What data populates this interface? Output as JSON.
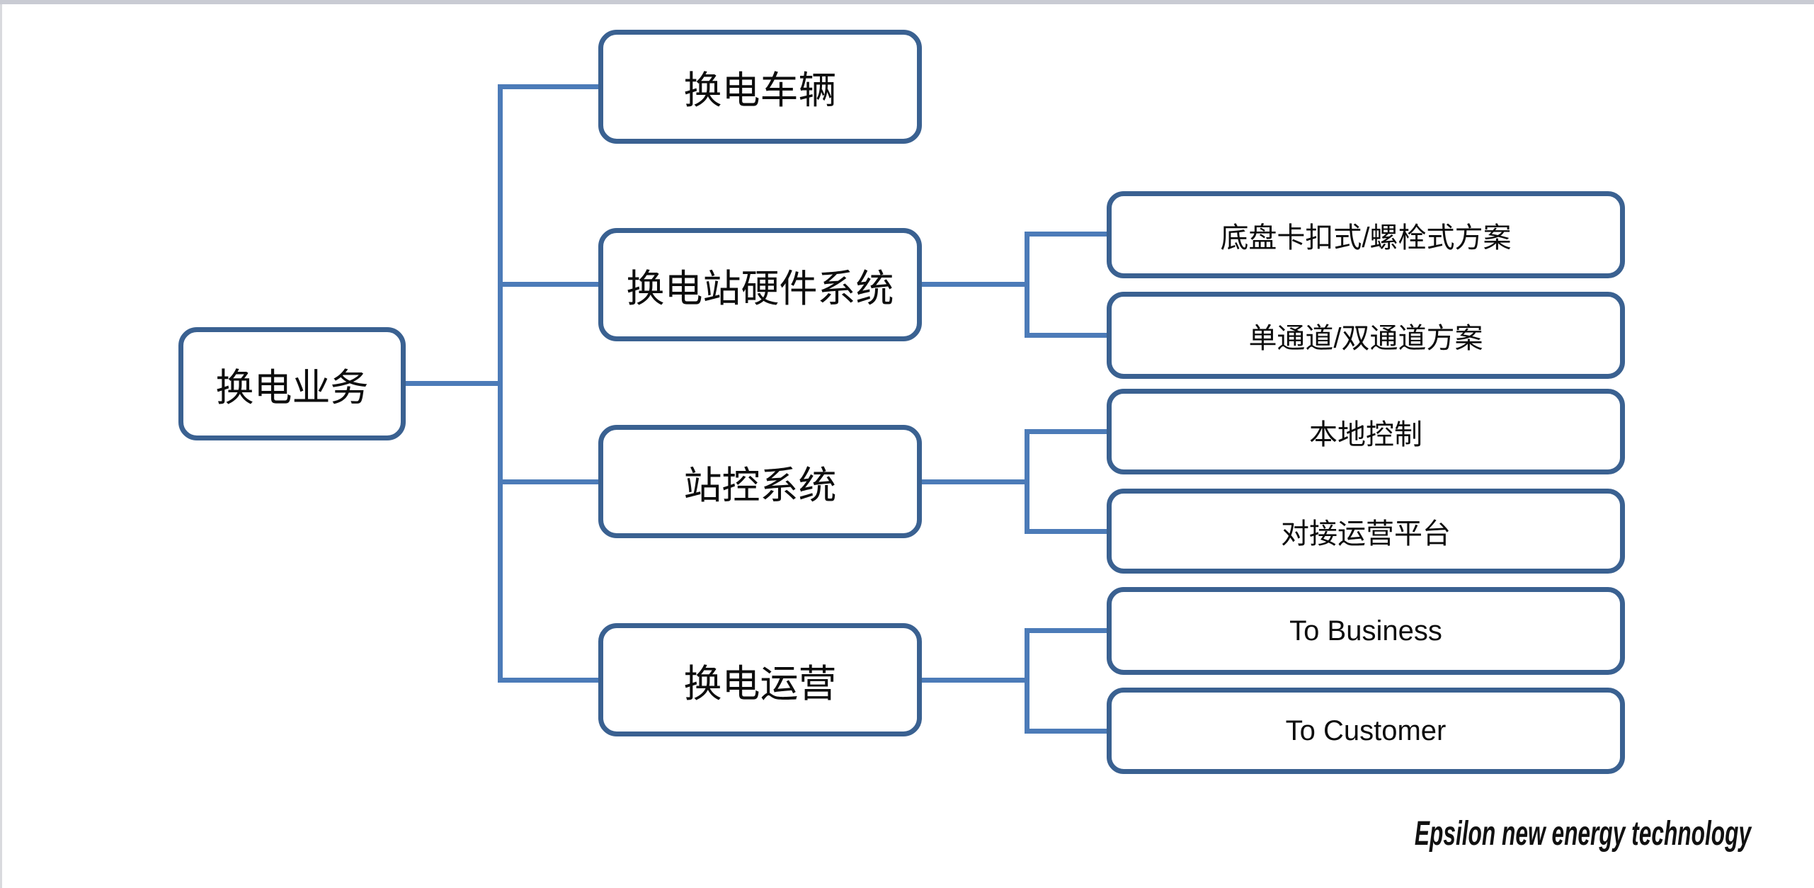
{
  "colors": {
    "background": "#ffffff",
    "box_border": "#3a6191",
    "connector": "#4c7bb8",
    "text": "#0d0d0d",
    "top_edge": "#c9cbd3",
    "left_edge": "#d9dade"
  },
  "diagram": {
    "root": {
      "label": "换电业务"
    },
    "branches": [
      {
        "label": "换电车辆",
        "children": []
      },
      {
        "label": "换电站硬件系统",
        "children": [
          "底盘卡扣式/螺栓式方案",
          "单通道/双通道方案"
        ]
      },
      {
        "label": "站控系统",
        "children": [
          "本地控制",
          "对接运营平台"
        ]
      },
      {
        "label": "换电运营",
        "children": [
          "To Business",
          "To Customer"
        ]
      }
    ]
  },
  "footer": {
    "watermark": "Epsilon new energy technology"
  }
}
